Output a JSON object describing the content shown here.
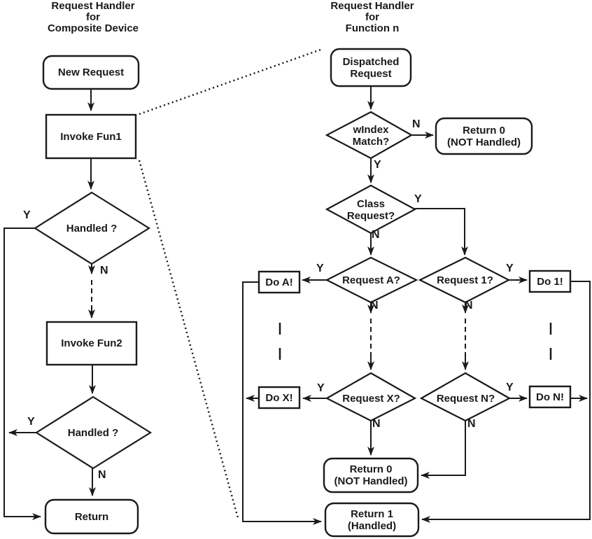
{
  "colors": {
    "ink": "#1a1a1a",
    "background": "#ffffff"
  },
  "left": {
    "title_lines": [
      "Request Handler",
      "for",
      "Composite Device"
    ],
    "nodes": {
      "new_request": {
        "label": "New Request"
      },
      "invoke_fun1": {
        "label": "Invoke Fun1"
      },
      "handled_1": {
        "label": "Handled ?",
        "yes": "Y",
        "no": "N"
      },
      "invoke_fun2": {
        "label": "Invoke Fun2"
      },
      "handled_2": {
        "label": "Handled ?",
        "yes": "Y",
        "no": "N"
      },
      "return": {
        "label": "Return"
      }
    }
  },
  "right": {
    "title_lines": [
      "Request Handler",
      "for",
      "Function n"
    ],
    "nodes": {
      "dispatched_request": {
        "lines": [
          "Dispatched",
          "Request"
        ]
      },
      "windex_match": {
        "lines": [
          "wIndex",
          "Match?"
        ],
        "yes": "Y",
        "no": "N"
      },
      "return_0_top": {
        "lines": [
          "Return 0",
          "(NOT Handled)"
        ]
      },
      "class_request": {
        "lines": [
          "Class",
          "Request?"
        ],
        "yes": "Y",
        "no": "N"
      },
      "request_a": {
        "label": "Request A?",
        "yes": "Y",
        "no": "N"
      },
      "request_1": {
        "label": "Request 1?",
        "yes": "Y",
        "no": "N"
      },
      "do_a": {
        "label": "Do A!"
      },
      "do_1": {
        "label": "Do 1!"
      },
      "request_x": {
        "label": "Request X?",
        "yes": "Y",
        "no": "N"
      },
      "request_n": {
        "label": "Request N?",
        "yes": "Y",
        "no": "N"
      },
      "do_x": {
        "label": "Do X!"
      },
      "do_n": {
        "label": "Do N!"
      },
      "return_0_bottom": {
        "lines": [
          "Return 0",
          "(NOT Handled)"
        ]
      },
      "return_1": {
        "lines": [
          "Return 1",
          "(Handled)"
        ]
      }
    }
  }
}
